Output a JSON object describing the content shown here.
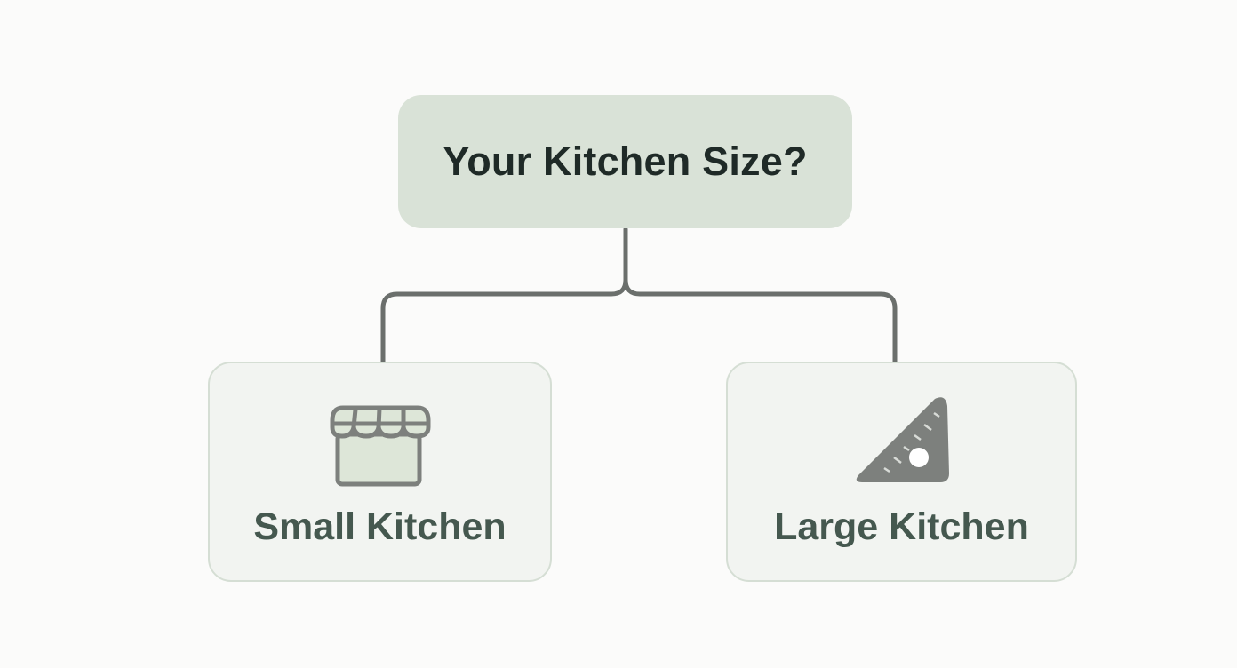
{
  "root": {
    "title": "Your Kitchen Size?"
  },
  "options": [
    {
      "label": "Small Kitchen",
      "icon": "storefront-icon"
    },
    {
      "label": "Large Kitchen",
      "icon": "triangle-ruler-icon"
    }
  ],
  "colors": {
    "background": "#fbfbfa",
    "root_fill": "#d9e2d7",
    "option_fill": "#f2f4f1",
    "option_border": "#d5ded4",
    "connector": "#6b6f6c",
    "title_text": "#1f2a27",
    "label_text": "#45584f",
    "icon_gray": "#7d807d",
    "icon_green": "#dde6d8"
  }
}
